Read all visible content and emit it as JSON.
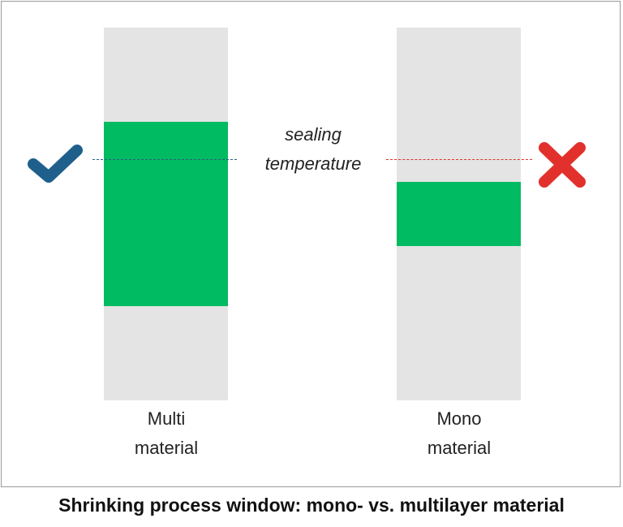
{
  "diagram": {
    "columns": [
      {
        "id": "multi",
        "label_lines": [
          "Multi",
          "material"
        ],
        "result_icon": "check-icon"
      },
      {
        "id": "mono",
        "label_lines": [
          "Mono",
          "material"
        ],
        "result_icon": "cross-icon"
      }
    ],
    "sealing_label_lines": [
      "sealing",
      "temperature"
    ],
    "caption": "Shrinking process window: mono- vs. multilayer material"
  },
  "colors": {
    "column_background": "#e4e4e4",
    "process_window": "#00bb62",
    "check": "#1f5f8b",
    "cross": "#e2312d",
    "line_left": "#2a5f86",
    "line_right": "#e2312d"
  }
}
